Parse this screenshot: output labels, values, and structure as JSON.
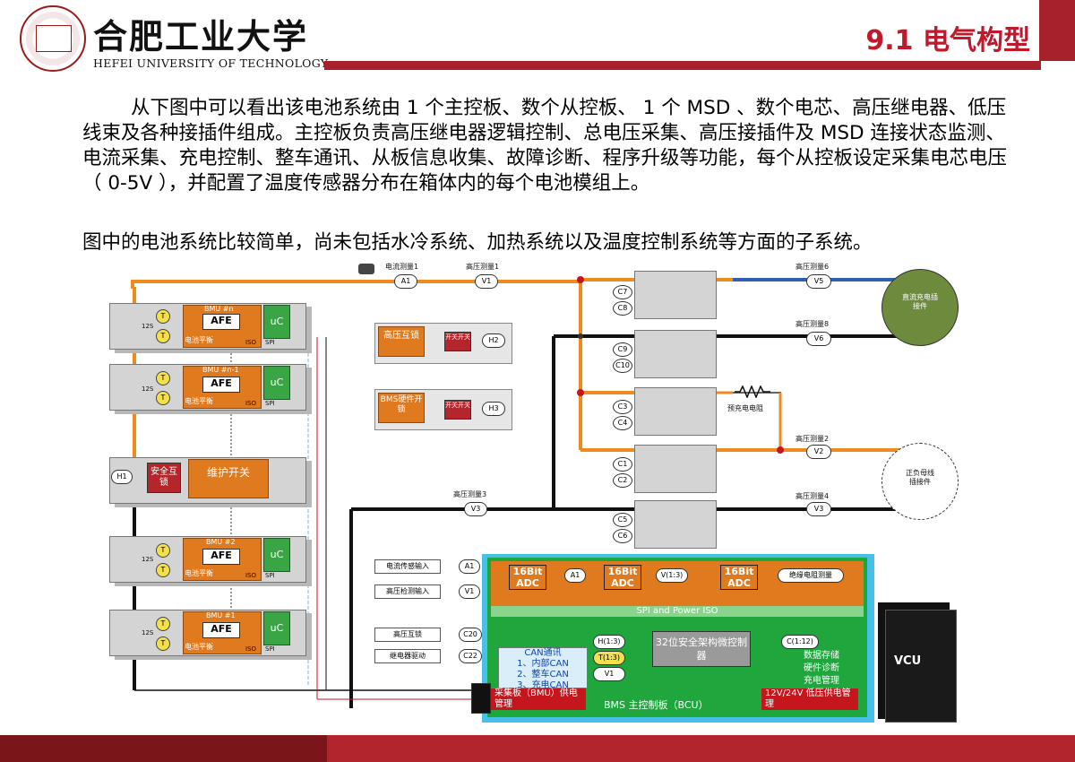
{
  "header": {
    "university_cn": "合肥工业大学",
    "university_en": "HEFEI UNIVERSITY OF TECHNOLOGY",
    "section_title": "9.1  电气构型"
  },
  "content": {
    "paragraph1": "从下图中可以看出该电池系统由 1 个主控板、数个从控板、 1 个 MSD 、数个电芯、高压继电器、低压线束及各种接插件组成。主控板负责高压继电器逻辑控制、总电压采集、高压接插件及 MSD 连接状态监测、电流采集、充电控制、整车通讯、从板信息收集、故障诊断、程序升级等功能，每个从控板设定采集电芯电压 （ 0-5V ），并配置了温度传感器分布在箱体内的每个电池模组上。",
    "paragraph2": "图中的电池系统比较简单，尚未包括水冷系统、加热系统以及温度控制系统等方面的子系统。"
  },
  "diagram": {
    "bmu_modules": [
      {
        "title": "BMU #n",
        "cells": "12S",
        "afe": "AFE",
        "uc": "uC",
        "balance": "电池平衡",
        "iso": "ISO",
        "spi": "SPI"
      },
      {
        "title": "BMU #n-1",
        "cells": "12S",
        "afe": "AFE",
        "uc": "uC",
        "balance": "电池平衡",
        "iso": "ISO",
        "spi": "SPI"
      },
      {
        "title": "BMU #2",
        "cells": "12S",
        "afe": "AFE",
        "uc": "uC",
        "balance": "电池平衡",
        "iso": "ISO",
        "spi": "SPI"
      },
      {
        "title": "BMU #1",
        "cells": "12S",
        "afe": "AFE",
        "uc": "uC",
        "balance": "电池平衡",
        "iso": "ISO",
        "spi": "SPI"
      }
    ],
    "temp_label": "T",
    "msd": {
      "interlock": "安全互锁",
      "switch": "维护开关",
      "h": "H1"
    },
    "hv_interlock": {
      "label": "高压互锁",
      "switch": "开关开关",
      "h": "H2"
    },
    "bms_interlock": {
      "label": "BMS硬件开锁",
      "switch": "开关开关",
      "h": "H3"
    },
    "meas_top": [
      {
        "label": "电流测量1",
        "tag": "A1"
      },
      {
        "label": "高压测量1",
        "tag": "V1"
      }
    ],
    "meas_right": [
      {
        "label": "高压测量6",
        "tag": "V5"
      },
      {
        "label": "高压测量8",
        "tag": "V6"
      },
      {
        "label": "高压测量2",
        "tag": "V2"
      },
      {
        "label": "高压测量4",
        "tag": "V3"
      }
    ],
    "meas_mid": {
      "label": "高压测量3",
      "tag": "V3"
    },
    "precharge": "预充电电阻",
    "relay_coils": [
      "C7",
      "C8",
      "C9",
      "C10",
      "C3",
      "C4",
      "C1",
      "C2",
      "C5",
      "C6"
    ],
    "connector_top": "直流充电插接件",
    "connector_bottom": "正负母线插接件",
    "inputs": [
      {
        "label": "电流传感输入",
        "tag": "A1"
      },
      {
        "label": "高压检测输入",
        "tag": "V1"
      },
      {
        "label": "高压互锁",
        "tag": "C20"
      },
      {
        "label": "继电器驱动",
        "tag": "C22"
      }
    ],
    "bcu": {
      "adc": [
        "16Bit ADC",
        "16Bit ADC",
        "16Bit ADC"
      ],
      "adc_tags": [
        "A1",
        "V(1:3)",
        "绝缘电阻测量"
      ],
      "spi_iso": "SPI and Power ISO",
      "cpu": "32位安全架构微控制器",
      "inputs": [
        "H(1:3)",
        "T(1:3)",
        "V1"
      ],
      "output": "C(1:12)",
      "can_title": "CAN通讯",
      "can_items": [
        "1、内部CAN",
        "2、整车CAN",
        "3、充电CAN"
      ],
      "functions": [
        "数据存储",
        "硬件诊断",
        "充电管理"
      ],
      "supply_left": "采集板（BMU）供电管理",
      "board_name": "BMS  主控制板（BCU）",
      "supply_right": "12V/24V 低压供电管理"
    },
    "vcu": "VCU"
  }
}
